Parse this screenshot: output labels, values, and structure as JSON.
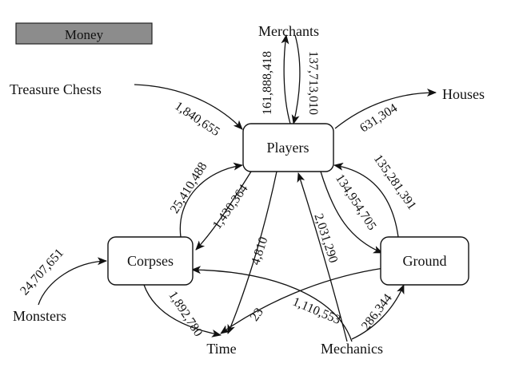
{
  "legend": {
    "label": "Money",
    "fill": "#8c8c8c"
  },
  "nodes": {
    "players": "Players",
    "corpses": "Corpses",
    "ground": "Ground",
    "merchants": "Merchants",
    "treasure_chests": "Treasure Chests",
    "houses": "Houses",
    "monsters": "Monsters",
    "time": "Time",
    "mechanics": "Mechanics"
  },
  "edges": [
    {
      "from": "Players",
      "to": "Merchants",
      "value": "161,888,418"
    },
    {
      "from": "Merchants",
      "to": "Players",
      "value": "137,713,010"
    },
    {
      "from": "Treasure Chests",
      "to": "Players",
      "value": "1,840,655"
    },
    {
      "from": "Players",
      "to": "Houses",
      "value": "631,304"
    },
    {
      "from": "Corpses",
      "to": "Players",
      "value": "25,410,488"
    },
    {
      "from": "Players",
      "to": "Corpses",
      "value": "1,430,364"
    },
    {
      "from": "Players",
      "to": "Time",
      "value": "4,810"
    },
    {
      "from": "Mechanics",
      "to": "Players",
      "value": "2,031,290"
    },
    {
      "from": "Players",
      "to": "Ground",
      "value": "134,954,705"
    },
    {
      "from": "Ground",
      "to": "Players",
      "value": "135,281,391"
    },
    {
      "from": "Monsters",
      "to": "Corpses",
      "value": "24,707,651"
    },
    {
      "from": "Corpses",
      "to": "Time",
      "value": "1,892,780"
    },
    {
      "from": "Ground",
      "to": "Time",
      "value": "23"
    },
    {
      "from": "Mechanics",
      "to": "Corpses",
      "value": "1,110,553"
    },
    {
      "from": "Mechanics",
      "to": "Ground",
      "value": "286,344"
    }
  ]
}
